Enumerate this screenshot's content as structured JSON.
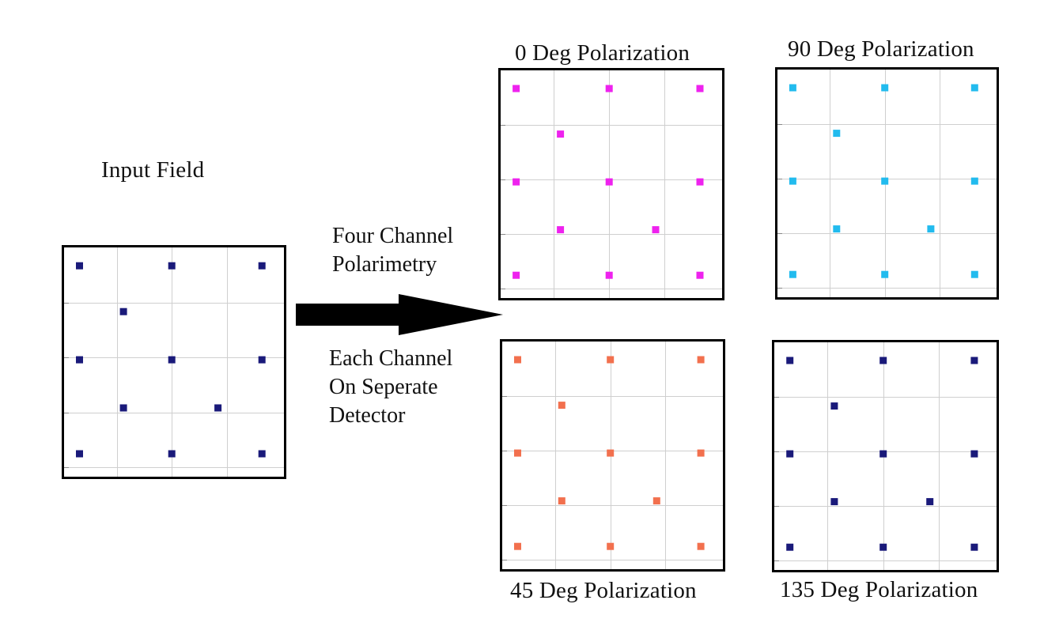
{
  "labels": {
    "input_field": "Input Field",
    "four_channel": [
      "Four Channel",
      "Polarimetry"
    ],
    "each_channel": [
      "Each Channel",
      "On Seperate",
      "Detector"
    ]
  },
  "panels": [
    {
      "id": "input",
      "title": "",
      "color": "#1a1a7a"
    },
    {
      "id": "pol0",
      "title": "0 Deg Polarization",
      "color": "#ee22ee"
    },
    {
      "id": "pol90",
      "title": "90 Deg Polarization",
      "color": "#22bbee"
    },
    {
      "id": "pol45",
      "title": "45 Deg Polarization",
      "color": "#f2704e"
    },
    {
      "id": "pol135",
      "title": "135 Deg Polarization",
      "color": "#1a1a7a"
    }
  ],
  "spot_pattern": [
    {
      "col": 0,
      "row": 0
    },
    {
      "col": 2,
      "row": 0
    },
    {
      "col": 4,
      "row": 0
    },
    {
      "col": 1,
      "row": 1
    },
    {
      "col": 0,
      "row": 2
    },
    {
      "col": 2,
      "row": 2
    },
    {
      "col": 4,
      "row": 2
    },
    {
      "col": 1,
      "row": 3
    },
    {
      "col": 3,
      "row": 3
    },
    {
      "col": 0,
      "row": 4
    },
    {
      "col": 2,
      "row": 4
    },
    {
      "col": 4,
      "row": 4
    }
  ],
  "colors": {
    "grid": "#cfcfcf",
    "border": "#000000",
    "arrow": "#000000"
  }
}
